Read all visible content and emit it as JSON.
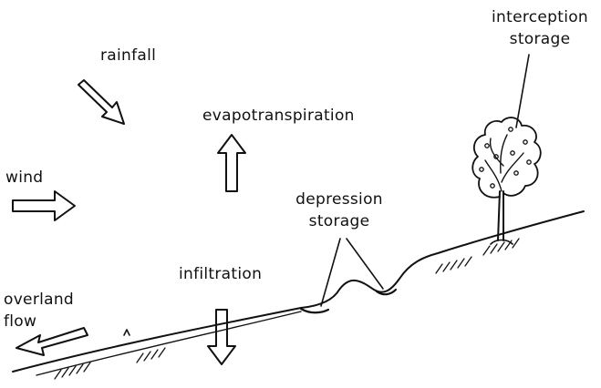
{
  "labels": {
    "rainfall": "rainfall",
    "evapotranspiration": "evapotranspiration",
    "wind": "wind",
    "interception_storage_line1": "interception",
    "interception_storage_line2": "storage",
    "depression_storage_line1": "depression",
    "depression_storage_line2": "storage",
    "infiltration": "infiltration",
    "overland_flow_line1": "overland",
    "overland_flow_line2": "flow"
  },
  "colors": {
    "ink": "#111111",
    "background": "#ffffff"
  },
  "icons": {
    "rainfall_arrow": "arrow-down-right-icon",
    "evapotranspiration_arrow": "arrow-up-icon",
    "wind_arrow": "arrow-right-icon",
    "infiltration_arrow": "arrow-down-icon",
    "overland_flow_arrow": "arrow-left-icon",
    "tree": "tree-icon"
  }
}
